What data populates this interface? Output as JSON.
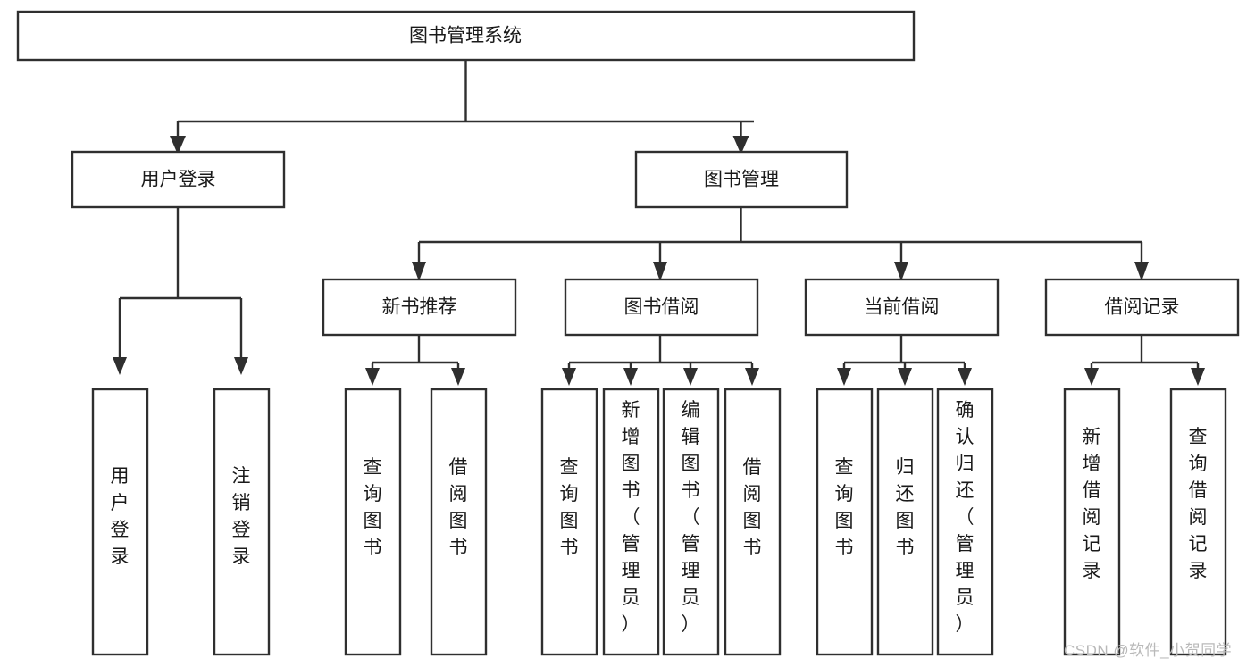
{
  "diagram": {
    "type": "tree-hierarchy-chart",
    "title": "图书管理系统",
    "orientation": "top-down",
    "line_color": "#2f2f2f",
    "box_fill": "#ffffff",
    "text_color": "#1a1a1a",
    "nodes": {
      "root": {
        "label": "图书管理系统",
        "level": 0,
        "orientation": "horizontal"
      },
      "level1": [
        {
          "id": "user-login",
          "label": "用户登录",
          "orientation": "horizontal"
        },
        {
          "id": "book-management",
          "label": "图书管理",
          "orientation": "horizontal"
        }
      ],
      "level2": [
        {
          "id": "new-book-recommend",
          "label": "新书推荐",
          "orientation": "horizontal",
          "parent": "book-management"
        },
        {
          "id": "book-borrow",
          "label": "图书借阅",
          "orientation": "horizontal",
          "parent": "book-management"
        },
        {
          "id": "current-borrow",
          "label": "当前借阅",
          "orientation": "horizontal",
          "parent": "book-management"
        },
        {
          "id": "borrow-record",
          "label": "借阅记录",
          "orientation": "horizontal",
          "parent": "book-management"
        }
      ],
      "leaves": [
        {
          "id": "leaf-user-login",
          "label": "用户登录",
          "parent": "user-login",
          "orientation": "vertical"
        },
        {
          "id": "leaf-logout-login",
          "label": "注销登录",
          "parent": "user-login",
          "orientation": "vertical"
        },
        {
          "id": "leaf-query-book-1",
          "label": "查询图书",
          "parent": "new-book-recommend",
          "orientation": "vertical"
        },
        {
          "id": "leaf-borrow-book-1",
          "label": "借阅图书",
          "parent": "new-book-recommend",
          "orientation": "vertical"
        },
        {
          "id": "leaf-query-book-2",
          "label": "查询图书",
          "parent": "book-borrow",
          "orientation": "vertical"
        },
        {
          "id": "leaf-add-book",
          "label": "新增图书（管理员）",
          "parent": "book-borrow",
          "orientation": "vertical"
        },
        {
          "id": "leaf-edit-book",
          "label": "编辑图书（管理员）",
          "parent": "book-borrow",
          "orientation": "vertical"
        },
        {
          "id": "leaf-borrow-book-2",
          "label": "借阅图书",
          "parent": "book-borrow",
          "orientation": "vertical"
        },
        {
          "id": "leaf-query-book-3",
          "label": "查询图书",
          "parent": "current-borrow",
          "orientation": "vertical"
        },
        {
          "id": "leaf-return-book",
          "label": "归还图书",
          "parent": "current-borrow",
          "orientation": "vertical"
        },
        {
          "id": "leaf-confirm-return",
          "label": "确认归还（管理员）",
          "parent": "current-borrow",
          "orientation": "vertical"
        },
        {
          "id": "leaf-add-record",
          "label": "新增借阅记录",
          "parent": "borrow-record",
          "orientation": "vertical"
        },
        {
          "id": "leaf-query-record",
          "label": "查询借阅记录",
          "parent": "borrow-record",
          "orientation": "vertical"
        }
      ]
    }
  },
  "watermark": {
    "text": "CSDN @软件_小贺同学"
  }
}
